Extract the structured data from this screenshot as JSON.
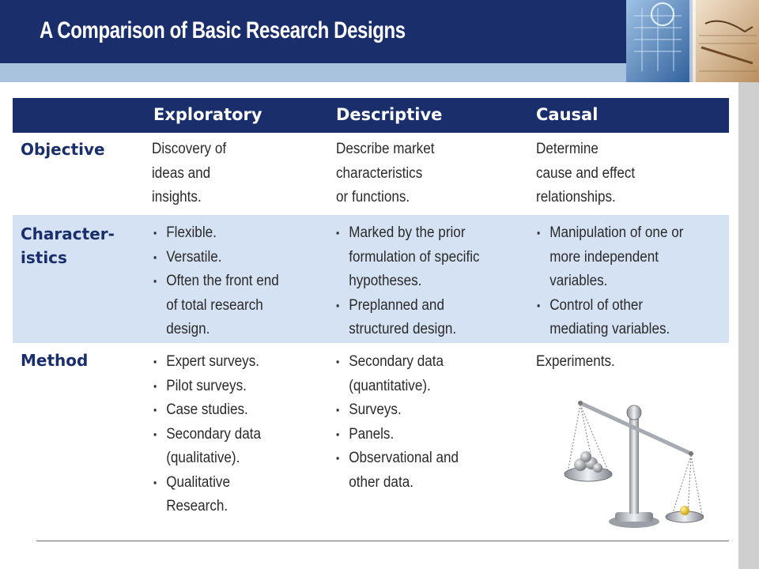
{
  "slide": {
    "title": "A Comparison of Basic Research Designs"
  },
  "table": {
    "columns": [
      "Exploratory",
      "Descriptive",
      "Causal"
    ],
    "rows": [
      {
        "label_lines": [
          "Objective"
        ],
        "cells": [
          {
            "type": "text",
            "lines": [
              "Discovery of",
              "ideas and",
              "insights."
            ]
          },
          {
            "type": "text",
            "lines": [
              "Describe market",
              "characteristics",
              "or functions."
            ]
          },
          {
            "type": "text",
            "lines": [
              "Determine",
              "cause and effect",
              "relationships."
            ]
          }
        ]
      },
      {
        "label_lines": [
          "Character-",
          "istics"
        ],
        "cells": [
          {
            "type": "bullets",
            "items": [
              {
                "lines": [
                  "Flexible."
                ]
              },
              {
                "lines": [
                  "Versatile."
                ]
              },
              {
                "lines": [
                  "Often the front end",
                  "of total research",
                  "design."
                ]
              }
            ]
          },
          {
            "type": "bullets",
            "items": [
              {
                "lines": [
                  "Marked by the prior",
                  "formulation of specific",
                  "hypotheses."
                ]
              },
              {
                "lines": [
                  "Preplanned and",
                  "structured design."
                ]
              }
            ]
          },
          {
            "type": "bullets",
            "items": [
              {
                "lines": [
                  "Manipulation of  one or",
                  "more independent",
                  "variables."
                ]
              },
              {
                "lines": [
                  "Control of other",
                  "mediating variables."
                ]
              }
            ]
          }
        ]
      },
      {
        "label_lines": [
          "Method"
        ],
        "cells": [
          {
            "type": "bullets",
            "items": [
              {
                "lines": [
                  "Expert surveys."
                ]
              },
              {
                "lines": [
                  "Pilot surveys."
                ]
              },
              {
                "lines": [
                  "Case studies."
                ]
              },
              {
                "lines": [
                  "Secondary data",
                  "(qualitative)."
                ]
              },
              {
                "lines": [
                  "Qualitative",
                  "Research."
                ]
              }
            ]
          },
          {
            "type": "bullets",
            "items": [
              {
                "lines": [
                  "Secondary data",
                  "(quantitative)."
                ]
              },
              {
                "lines": [
                  "Surveys."
                ]
              },
              {
                "lines": [
                  "Panels."
                ]
              },
              {
                "lines": [
                  "Observational and",
                  "other data."
                ]
              }
            ]
          },
          {
            "type": "text",
            "lines": [
              "Experiments."
            ]
          }
        ]
      }
    ]
  },
  "icons": {
    "bullet_glyph": "▪",
    "corner_image": "research-collage-image",
    "scale_image": "balance-scale-image"
  },
  "colors": {
    "header_navy": "#1a2e6b",
    "band_light_blue": "#a9c3de",
    "row_highlight": "#d5e2f3",
    "side_strip": "#cfcfcf"
  }
}
